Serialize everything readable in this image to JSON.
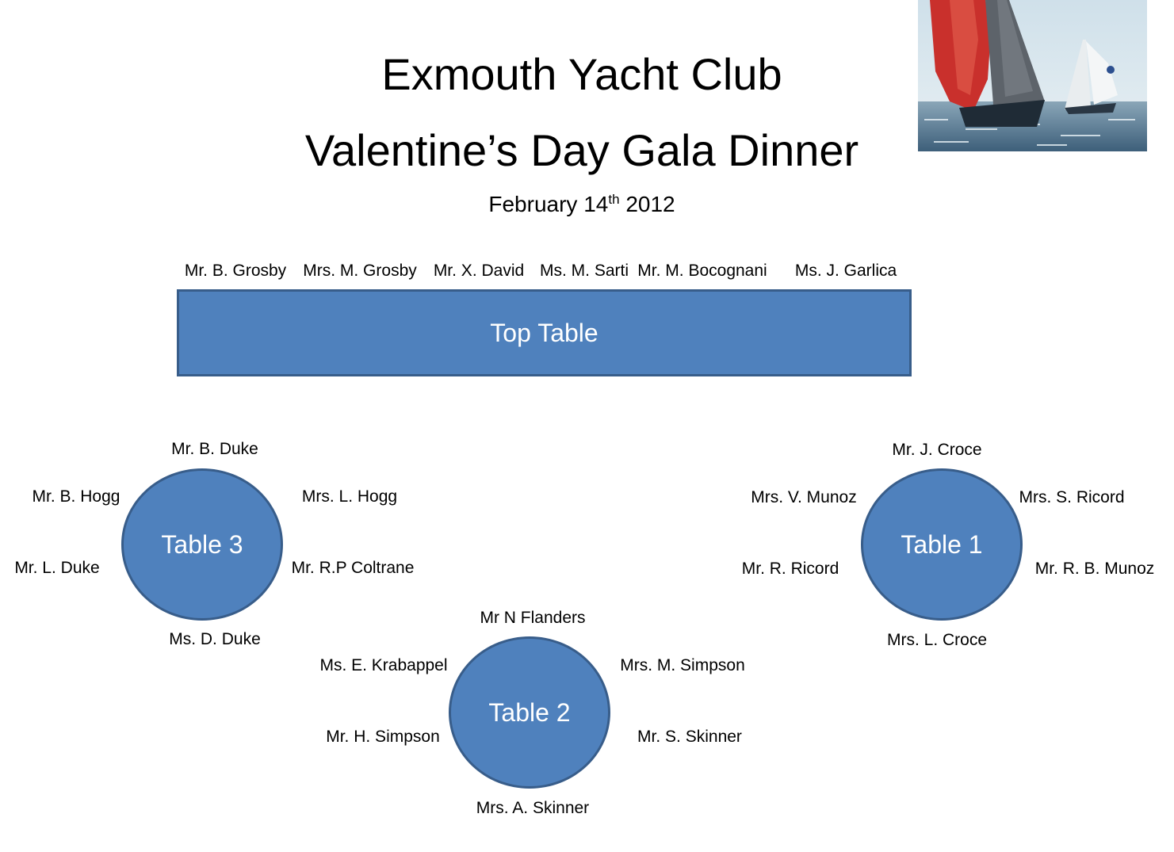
{
  "header": {
    "title_line1": "Exmouth Yacht Club",
    "title_line2": "Valentine’s Day Gala Dinner",
    "date_prefix": "February 14",
    "date_suffix": "th",
    "date_year": "2012"
  },
  "top_table": {
    "label": "Top Table",
    "guests": [
      "Mr. B. Grosby",
      "Mrs. M. Grosby",
      "Mr. X. David",
      "Ms. M. Sarti",
      "Mr. M. Bocognani",
      "Ms. J. Garlica"
    ]
  },
  "table3": {
    "label": "Table 3",
    "guests": [
      "Mr. B. Duke",
      "Mr. B. Hogg",
      "Mrs. L. Hogg",
      "Mr. L. Duke",
      "Mr. R.P Coltrane",
      "Ms. D. Duke"
    ]
  },
  "table1": {
    "label": "Table 1",
    "guests": [
      "Mr. J. Croce",
      "Mrs. V. Munoz",
      "Mrs. S. Ricord",
      "Mr. R. Ricord",
      "Mr. R. B. Munoz",
      "Mrs. L. Croce"
    ]
  },
  "table2": {
    "label": "Table 2",
    "guests": [
      "Mr N Flanders",
      "Ms. E. Krabappel",
      "Mrs. M. Simpson",
      "Mr. H. Simpson",
      "Mr. S. Skinner",
      "Mrs. A. Skinner"
    ]
  },
  "colors": {
    "table_fill": "#4f81bd",
    "table_border": "#385d8a",
    "table_text": "#ffffff"
  },
  "image": {
    "subject": "sailing yachts with spinnakers on the sea"
  }
}
